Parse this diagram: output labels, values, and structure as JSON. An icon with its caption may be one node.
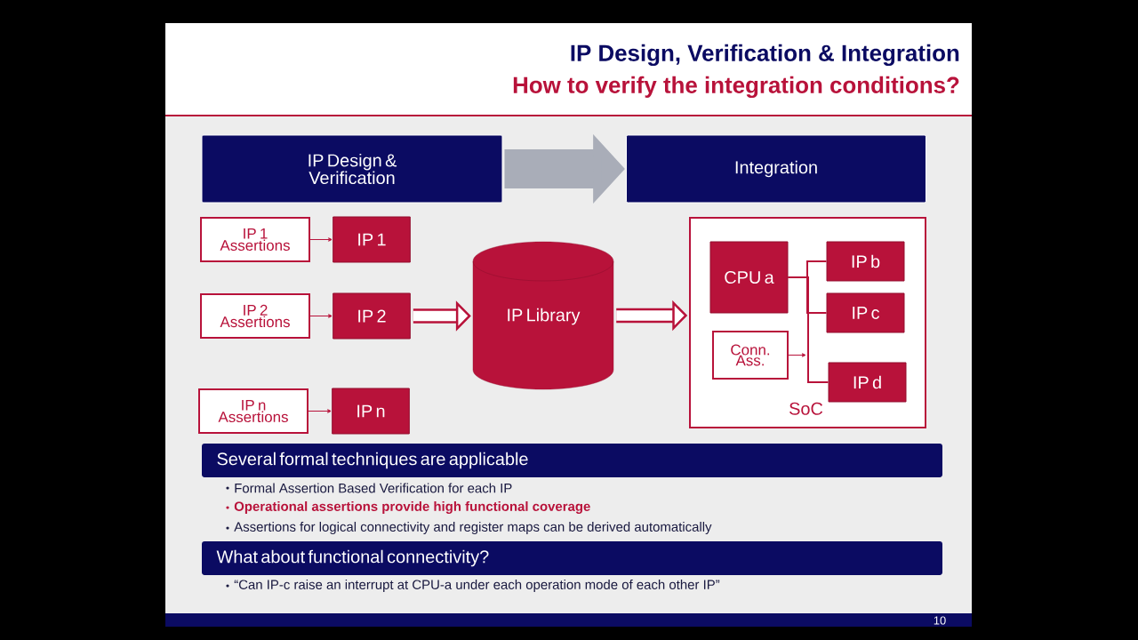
{
  "diagram": {
    "title": "IP Design, Verification & Integration",
    "nodes": [
      {
        "text": [
          "IP Design & Verification"
        ]
      },
      {
        "text": [
          "Integration"
        ]
      },
      {
        "text": [
          "IP 1 Assertions"
        ]
      },
      {
        "text": [
          "IP 1"
        ]
      },
      {
        "text": [
          "IP 2 Assertions"
        ]
      },
      {
        "text": [
          "IP 2"
        ]
      },
      {
        "text": [
          "IP n Assertions"
        ]
      },
      {
        "text": [
          "IP n"
        ]
      },
      {
        "text": [
          "IP Library"
        ]
      },
      {
        "text": [
          "SoC"
        ]
      },
      {
        "text": [
          "CPU a"
        ],
        "in": 9
      },
      {
        "text": [
          "IP b"
        ],
        "in": 9
      },
      {
        "text": [
          "IP c"
        ],
        "in": 9
      },
      {
        "text": [
          "Conn. Ass."
        ],
        "in": 9
      },
      {
        "text": [
          "IP d"
        ],
        "in": 9
      },
      {
        "text": [
          "Several formal techniques are applicable"
        ]
      },
      {
        "text": [
          "What about functional connectivity?"
        ]
      }
    ],
    "edges": [
      {
        "from": 0,
        "to": 1,
        "arrow": "to",
        "style": "thick",
        "color": "#a9adb8"
      },
      {
        "from": 2,
        "to": 3,
        "arrow": "to"
      },
      {
        "from": 4,
        "to": 5,
        "arrow": "to"
      },
      {
        "from": 6,
        "to": 7,
        "arrow": "to"
      },
      {
        "from": 5,
        "to": 8,
        "arrow": "to",
        "style": "thick"
      },
      {
        "from": 8,
        "to": 9,
        "arrow": "to",
        "style": "thick"
      },
      {
        "from": 10,
        "to": 11,
        "arrow": "none"
      },
      {
        "from": 10,
        "to": 12,
        "arrow": "none"
      },
      {
        "from": 10,
        "to": 14,
        "arrow": "none"
      },
      {
        "from": 13,
        "to": null,
        "arrow": "to"
      }
    ],
    "labels": [
      "How to verify the integration conditions?",
      "Formal Assertion Based Verification for each IP",
      "Operational assertions provide high functional coverage",
      "Assertions for logical connectivity and register maps can be derived automatically",
      "“Can IP-c raise an interrupt at CPU-a under each operation mode of each other IP”",
      "10"
    ]
  }
}
